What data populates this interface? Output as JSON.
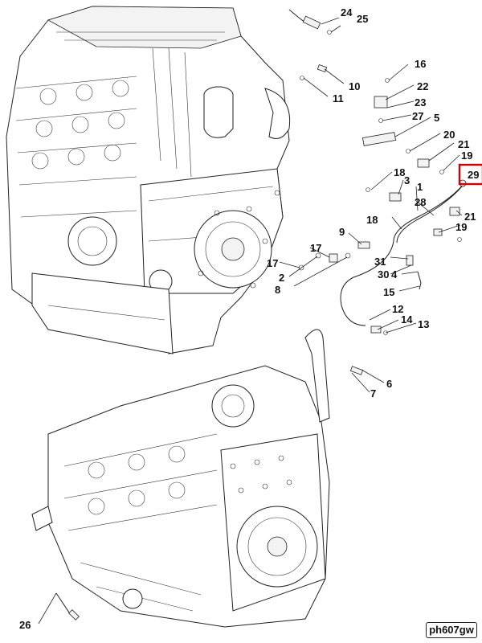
{
  "diagram": {
    "reference_code": "ph607gw",
    "highlighted_callout": "29",
    "highlight_color": "#d40000",
    "callouts": [
      "24",
      "25",
      "16",
      "10",
      "11",
      "22",
      "23",
      "27",
      "5",
      "20",
      "21",
      "19",
      "29",
      "18",
      "3",
      "1",
      "28",
      "18",
      "21",
      "19",
      "9",
      "17",
      "17",
      "2",
      "8",
      "31",
      "30",
      "4",
      "15",
      "12",
      "14",
      "13",
      "6",
      "7",
      "26"
    ]
  }
}
